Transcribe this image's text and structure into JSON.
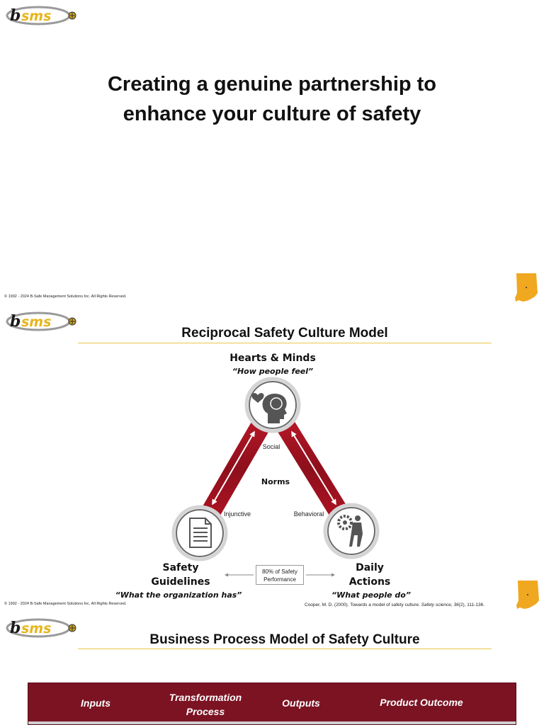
{
  "brand": {
    "logo_text": "bsms"
  },
  "colors": {
    "accent_red": "#9b1422",
    "gold": "#e8c64a",
    "indiana": "#f0a820",
    "bar": "#7b1323"
  },
  "slide1": {
    "title_line1": "Creating a genuine partnership to",
    "title_line2": "enhance your culture of safety",
    "copyright": "© 1992 - 2024 B-Safe Management Solutions Inc. All Rights Reserved."
  },
  "slide2": {
    "title": "Reciprocal Safety Culture Model",
    "top_node": {
      "title": "Hearts & Minds",
      "subtitle": "“How people feel”"
    },
    "left_node": {
      "title_line1": "Safety",
      "title_line2": "Guidelines",
      "subtitle": "“What the organization has”"
    },
    "right_node": {
      "title_line1": "Daily",
      "title_line2": "Actions",
      "subtitle": "“What people do”"
    },
    "center_label": "Norms",
    "edge_labels": {
      "social": "Social",
      "injunctive": "Injunctive",
      "behavioral": "Behavioral"
    },
    "performance_line1": "80% of Safety",
    "performance_line2": "Performance",
    "copyright": "© 1992 - 2024 B-Safe Management Solutions Inc. All Rights Reserved.",
    "citation": {
      "prefix": "Cooper, M. D. (2000). Towards a model of safety culture. ",
      "journal": "Safety science, 36",
      "suffix": "(2), 111-136."
    }
  },
  "slide3": {
    "title": "Business Process Model of Safety Culture",
    "headers": {
      "inputs": "Inputs",
      "transformation_line1": "Transformation",
      "transformation_line2": "Process",
      "outputs": "Outputs",
      "product_outcome": "Product Outcome"
    }
  }
}
